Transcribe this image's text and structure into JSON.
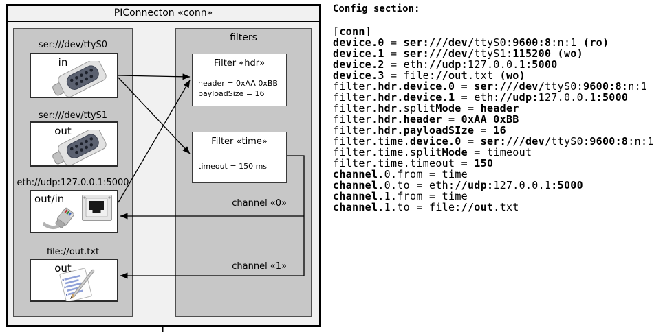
{
  "diagram": {
    "frame_title": "PIConnecton «conn»",
    "devices": [
      {
        "label": "ser:///dev/ttyS0",
        "port": "in",
        "icon": "serial-connector-icon"
      },
      {
        "label": "ser:///dev/ttyS1",
        "port": "out",
        "icon": "serial-connector-icon"
      },
      {
        "label": "eth://udp:127.0.0.1:5000",
        "port": "out/in",
        "icon": "ethernet-jack-icon"
      },
      {
        "label": "file://out.txt",
        "port": "out",
        "icon": "notepad-icon"
      }
    ],
    "filters_panel": {
      "title": "filters",
      "filters": [
        {
          "title": "Filter «hdr»",
          "props": [
            "header = 0xAA 0xBB",
            "payloadSize = 16"
          ]
        },
        {
          "title": "Filter «time»",
          "props": [
            "timeout = 150 ms"
          ]
        }
      ]
    },
    "channels": [
      {
        "label": "channel «0»"
      },
      {
        "label": "channel «1»"
      }
    ],
    "colors": {
      "frame_bg": "#f1f1f1",
      "panel_bg": "#c7c7c7",
      "box_bg": "#ffffff",
      "line": "#000000"
    }
  },
  "config": {
    "heading": "Config section:",
    "lines": [
      [
        {
          "t": "["
        },
        {
          "t": "conn",
          "b": true
        },
        {
          "t": "]"
        }
      ],
      [
        {
          "t": "device.0",
          "b": true
        },
        {
          "t": " = "
        },
        {
          "t": "ser:///dev/",
          "b": true
        },
        {
          "t": "ttyS0:"
        },
        {
          "t": "9600:8",
          "b": true
        },
        {
          "t": ":n:1 "
        },
        {
          "t": "(ro)",
          "b": true
        }
      ],
      [
        {
          "t": "device.1",
          "b": true
        },
        {
          "t": " = "
        },
        {
          "t": "ser:///dev/",
          "b": true
        },
        {
          "t": "ttyS1:"
        },
        {
          "t": "115200",
          "b": true
        },
        {
          "t": " "
        },
        {
          "t": "(wo)",
          "b": true
        }
      ],
      [
        {
          "t": "device.2",
          "b": true
        },
        {
          "t": " = "
        },
        {
          "t": "eth:"
        },
        {
          "t": "//udp:",
          "b": true
        },
        {
          "t": "127.0.0.1"
        },
        {
          "t": ":5000",
          "b": true
        }
      ],
      [
        {
          "t": "device.3",
          "b": true
        },
        {
          "t": " = "
        },
        {
          "t": "file:"
        },
        {
          "t": "//out",
          "b": true
        },
        {
          "t": ".txt "
        },
        {
          "t": "(wo)",
          "b": true
        }
      ],
      [
        {
          "t": "filter."
        },
        {
          "t": "hdr.device.0",
          "b": true
        },
        {
          "t": " = "
        },
        {
          "t": "ser:///dev/",
          "b": true
        },
        {
          "t": "ttyS0:"
        },
        {
          "t": "9600:8",
          "b": true
        },
        {
          "t": ":n:1"
        }
      ],
      [
        {
          "t": "filter."
        },
        {
          "t": "hdr.device.1",
          "b": true
        },
        {
          "t": " = "
        },
        {
          "t": "eth:"
        },
        {
          "t": "//udp:",
          "b": true
        },
        {
          "t": "127.0.0.1"
        },
        {
          "t": ":5000",
          "b": true
        }
      ],
      [
        {
          "t": "filter."
        },
        {
          "t": "hdr.",
          "b": true
        },
        {
          "t": "split"
        },
        {
          "t": "Mode",
          "b": true
        },
        {
          "t": " = "
        },
        {
          "t": "header",
          "b": true
        }
      ],
      [
        {
          "t": "filter."
        },
        {
          "t": "hdr.header",
          "b": true
        },
        {
          "t": " = "
        },
        {
          "t": "0xAA 0xBB",
          "b": true
        }
      ],
      [
        {
          "t": "filter."
        },
        {
          "t": "hdr.payloadSIze",
          "b": true
        },
        {
          "t": " = "
        },
        {
          "t": "16",
          "b": true
        }
      ],
      [
        {
          "t": "filter.time."
        },
        {
          "t": "device.0",
          "b": true
        },
        {
          "t": " = "
        },
        {
          "t": "ser:///dev/",
          "b": true
        },
        {
          "t": "ttyS0:"
        },
        {
          "t": "9600:8",
          "b": true
        },
        {
          "t": ":n:1"
        }
      ],
      [
        {
          "t": "filter.time."
        },
        {
          "t": "split"
        },
        {
          "t": "Mode",
          "b": true
        },
        {
          "t": " = "
        },
        {
          "t": "timeout"
        }
      ],
      [
        {
          "t": "filter.time.timeout"
        },
        {
          "t": " = "
        },
        {
          "t": "150",
          "b": true
        }
      ],
      [
        {
          "t": "channel",
          "b": true
        },
        {
          "t": ".0.from"
        },
        {
          "t": " = "
        },
        {
          "t": "time"
        }
      ],
      [
        {
          "t": "channel",
          "b": true
        },
        {
          "t": ".0.to"
        },
        {
          "t": " = "
        },
        {
          "t": "eth:"
        },
        {
          "t": "//udp:",
          "b": true
        },
        {
          "t": "127.0.0.1"
        },
        {
          "t": ":5000",
          "b": true
        }
      ],
      [
        {
          "t": "channel",
          "b": true
        },
        {
          "t": ".1.from"
        },
        {
          "t": " = "
        },
        {
          "t": "time"
        }
      ],
      [
        {
          "t": "channel",
          "b": true
        },
        {
          "t": ".1.to"
        },
        {
          "t": " = "
        },
        {
          "t": "file:"
        },
        {
          "t": "//out",
          "b": true
        },
        {
          "t": ".txt"
        }
      ]
    ]
  }
}
